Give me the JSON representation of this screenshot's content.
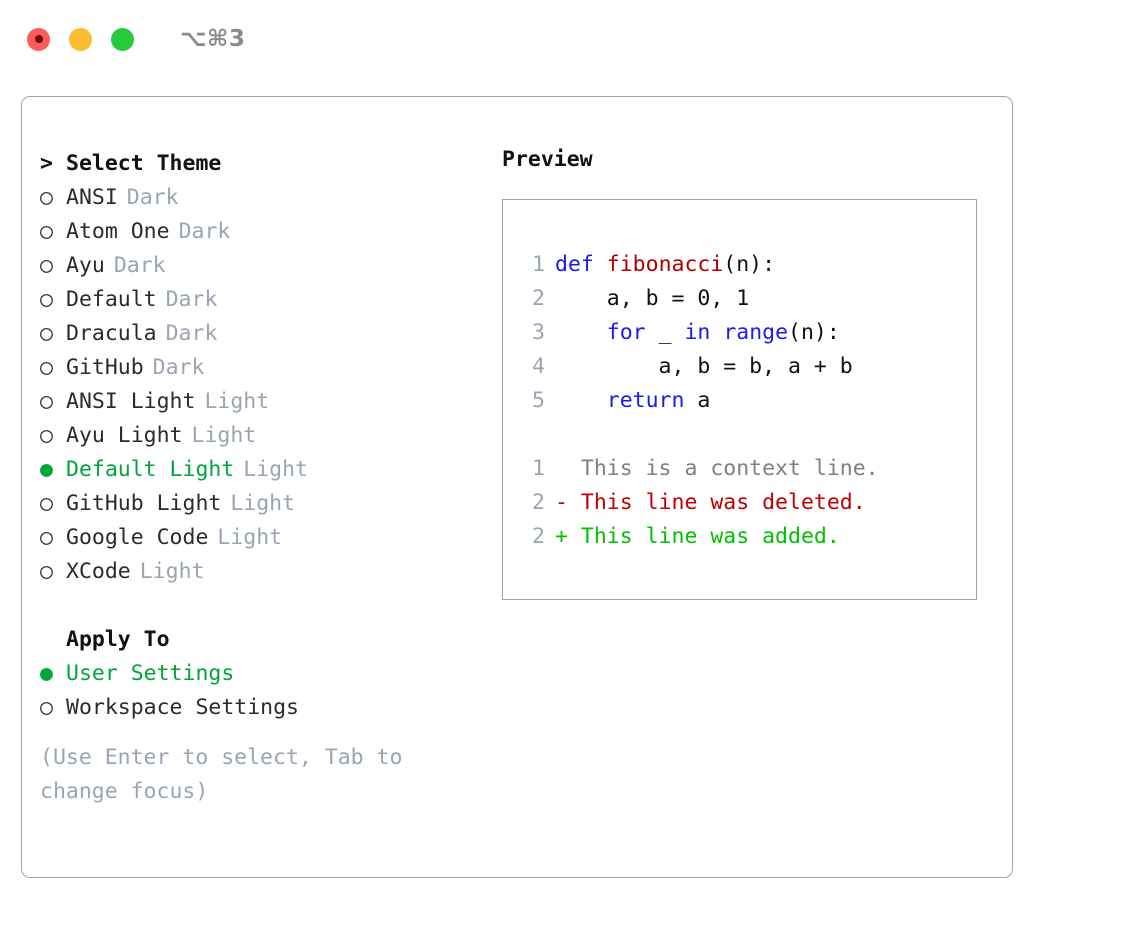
{
  "window": {
    "title": "⌥⌘3",
    "traffic_lights": [
      {
        "name": "close-button",
        "color": "#fc5b57"
      },
      {
        "name": "minimize-button",
        "color": "#fdbc2e"
      },
      {
        "name": "maximize-button",
        "color": "#27c93f"
      }
    ]
  },
  "theme_picker": {
    "header_marker": ">",
    "header": "Select Theme",
    "selected_marker": "●",
    "unselected_marker": "○",
    "items": [
      {
        "marker": "○",
        "label": "ANSI",
        "variant": "Dark",
        "selected": false
      },
      {
        "marker": "○",
        "label": "Atom One",
        "variant": "Dark",
        "selected": false
      },
      {
        "marker": "○",
        "label": "Ayu",
        "variant": "Dark",
        "selected": false
      },
      {
        "marker": "○",
        "label": "Default",
        "variant": "Dark",
        "selected": false
      },
      {
        "marker": "○",
        "label": "Dracula",
        "variant": "Dark",
        "selected": false
      },
      {
        "marker": "○",
        "label": "GitHub",
        "variant": "Dark",
        "selected": false
      },
      {
        "marker": "○",
        "label": "ANSI Light",
        "variant": "Light",
        "selected": false
      },
      {
        "marker": "○",
        "label": "Ayu Light",
        "variant": "Light",
        "selected": false
      },
      {
        "marker": "●",
        "label": "Default Light",
        "variant": "Light",
        "selected": true
      },
      {
        "marker": "○",
        "label": "GitHub Light",
        "variant": "Light",
        "selected": false
      },
      {
        "marker": "○",
        "label": "Google Code",
        "variant": "Light",
        "selected": false
      },
      {
        "marker": "○",
        "label": "XCode",
        "variant": "Light",
        "selected": false
      }
    ]
  },
  "apply_to": {
    "header": "Apply To",
    "items": [
      {
        "marker": "●",
        "label": "User Settings",
        "selected": true
      },
      {
        "marker": "○",
        "label": "Workspace Settings",
        "selected": false
      }
    ]
  },
  "hint": "(Use Enter to select, Tab to change focus)",
  "preview": {
    "title": "Preview",
    "code_lines": [
      {
        "no": "1",
        "tokens": [
          {
            "t": "def",
            "c": "kw"
          },
          {
            "t": " ",
            "c": "plain"
          },
          {
            "t": "fibonacci",
            "c": "fn"
          },
          {
            "t": "(n):",
            "c": "plain"
          }
        ]
      },
      {
        "no": "2",
        "tokens": [
          {
            "t": "    a, b = 0, 1",
            "c": "plain"
          }
        ]
      },
      {
        "no": "3",
        "tokens": [
          {
            "t": "    ",
            "c": "plain"
          },
          {
            "t": "for",
            "c": "kw"
          },
          {
            "t": " _ ",
            "c": "plain"
          },
          {
            "t": "in",
            "c": "kw"
          },
          {
            "t": " ",
            "c": "plain"
          },
          {
            "t": "range",
            "c": "kw"
          },
          {
            "t": "(n):",
            "c": "plain"
          }
        ]
      },
      {
        "no": "4",
        "tokens": [
          {
            "t": "        a, b = b, a + b",
            "c": "plain"
          }
        ]
      },
      {
        "no": "5",
        "tokens": [
          {
            "t": "    ",
            "c": "plain"
          },
          {
            "t": "return",
            "c": "kw"
          },
          {
            "t": " a",
            "c": "plain"
          }
        ]
      }
    ],
    "diff_lines": [
      {
        "no": "1",
        "sign": " ",
        "text": " This is a context line.",
        "kind": "ctx"
      },
      {
        "no": "2",
        "sign": "-",
        "text": " This line was deleted.",
        "kind": "del"
      },
      {
        "no": "2",
        "sign": "+",
        "text": " This line was added.",
        "kind": "add"
      }
    ]
  },
  "colors": {
    "accent_green": "#00a63b",
    "keyword_blue": "#1a1aee",
    "function_red": "#b00000",
    "muted_gray": "#9aa5b4",
    "diff_added": "#00c000",
    "diff_deleted": "#c00000"
  }
}
